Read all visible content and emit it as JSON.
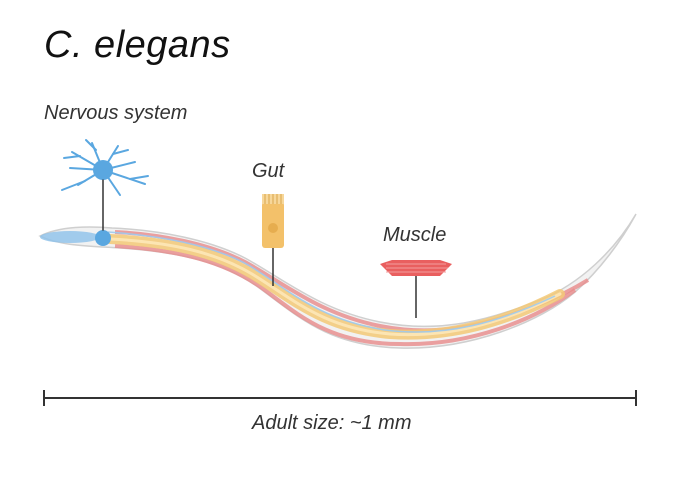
{
  "title": "C. elegans",
  "labels": {
    "nervous_system": "Nervous system",
    "gut": "Gut",
    "muscle": "Muscle"
  },
  "scale_bar": {
    "label": "Adult size: ~1 mm"
  },
  "colors": {
    "nervous": "#5aa7e0",
    "gut": "#f0c168",
    "muscle": "#e05a5a",
    "body_outline": "#c9c9c9",
    "text": "#222222"
  }
}
